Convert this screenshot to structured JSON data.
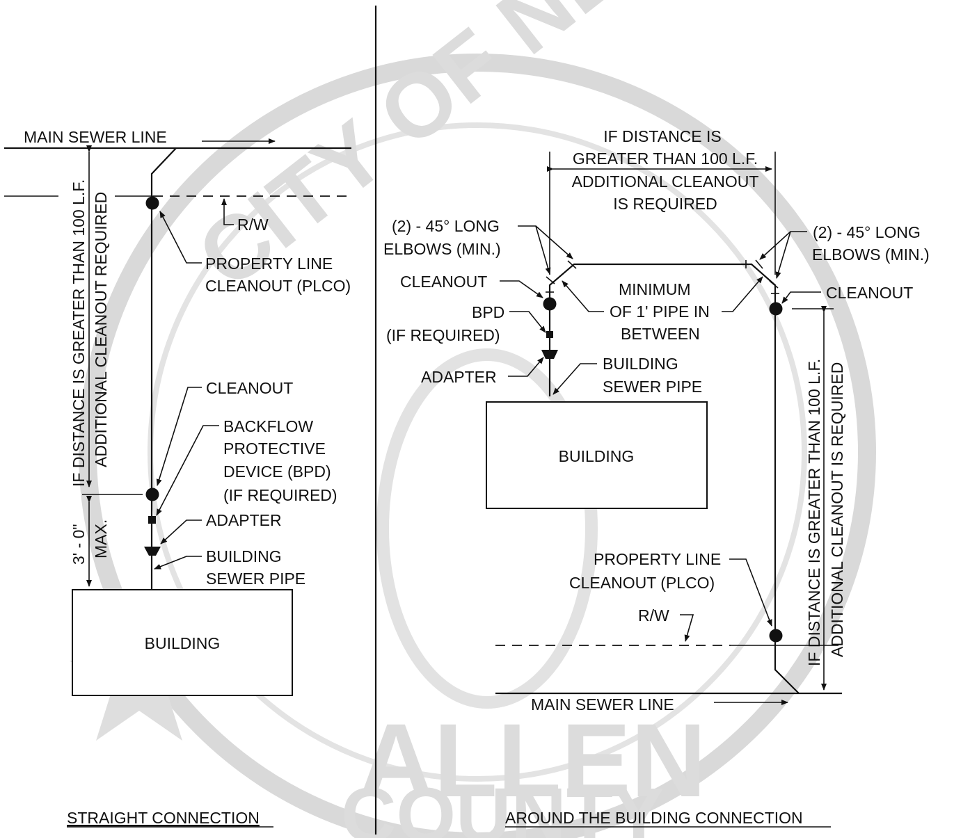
{
  "left": {
    "main_sewer_line": "MAIN SEWER LINE",
    "rw": "R/W",
    "plco_line1": "PROPERTY LINE",
    "plco_line2": "CLEANOUT (PLCO)",
    "cleanout": "CLEANOUT",
    "bpd_line1": "BACKFLOW",
    "bpd_line2": "PROTECTIVE",
    "bpd_line3": "DEVICE (BPD)",
    "bpd_line4": "(IF REQUIRED)",
    "adapter": "ADAPTER",
    "pipe_line1": "BUILDING",
    "pipe_line2": "SEWER PIPE",
    "building": "BUILDING",
    "dist_line1": "IF DISTANCE IS GREATER THAN 100 L.F.",
    "dist_line2": "ADDITIONAL CLEANOUT REQUIRED",
    "max_line1": "3' - 0\"",
    "max_line2": "MAX.",
    "title": "STRAIGHT CONNECTION"
  },
  "right": {
    "top_line1": "IF DISTANCE IS",
    "top_line2": "GREATER THAN 100 L.F.",
    "top_line3": "ADDITIONAL CLEANOUT",
    "top_line4": "IS REQUIRED",
    "elbows_left_line1": "(2) - 45° LONG",
    "elbows_left_line2": "ELBOWS (MIN.)",
    "elbows_right_line1": "(2) - 45° LONG",
    "elbows_right_line2": "ELBOWS (MIN.)",
    "cleanout_left": "CLEANOUT",
    "cleanout_right": "CLEANOUT",
    "min_line1": "MINIMUM",
    "min_line2": "OF 1' PIPE IN",
    "min_line3": "BETWEEN",
    "bpd_line1": "BPD",
    "bpd_line2": "(IF REQUIRED)",
    "adapter": "ADAPTER",
    "pipe_line1": "BUILDING",
    "pipe_line2": "SEWER PIPE",
    "building": "BUILDING",
    "plco_line1": "PROPERTY LINE",
    "plco_line2": "CLEANOUT (PLCO)",
    "rw": "R/W",
    "main_sewer_line": "MAIN SEWER LINE",
    "dist_line1": "IF DISTANCE IS GREATER THAN 100 L.F.",
    "dist_line2": "ADDITIONAL CLEANOUT IS REQUIRED",
    "title": "AROUND THE BUILDING CONNECTION"
  },
  "watermark": {
    "seal_text": "CITY OF NEW ALBANY",
    "county_line1": "ALLEN",
    "county_line2": "COUNTY"
  }
}
